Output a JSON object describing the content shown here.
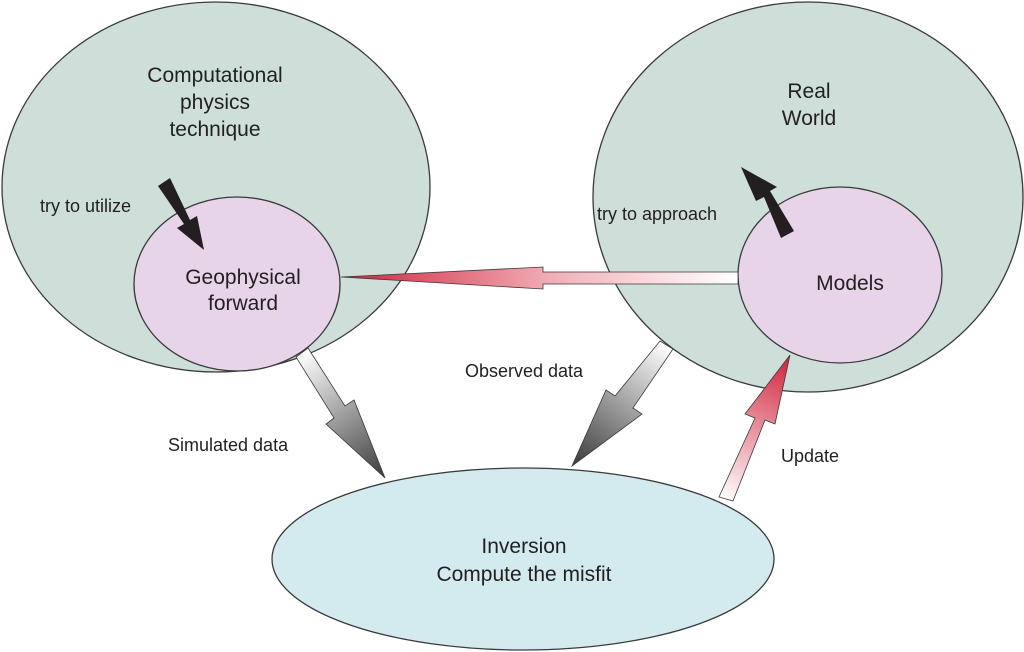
{
  "circles": {
    "computational": {
      "lines": [
        "Computational",
        "physics",
        "technique"
      ]
    },
    "real_world": {
      "lines": [
        "Real",
        "World"
      ]
    },
    "geophysical": {
      "lines": [
        "Geophysical",
        "forward"
      ]
    },
    "models": {
      "lines": [
        "Models"
      ]
    },
    "inversion": {
      "lines": [
        "Inversion",
        "Compute the misfit"
      ]
    }
  },
  "labels": {
    "try_utilize": "try to utilize",
    "try_approach": "try to approach",
    "simulated": "Simulated data",
    "observed": "Observed data",
    "update": "Update"
  },
  "colors": {
    "outer_circle_fill": "#cddfd8",
    "inner_circle_fill": "#e7d4e8",
    "inversion_fill": "#d3ebef",
    "outline": "#3a3a3a",
    "red_arrow": "#d0223a",
    "gray_arrow": "#4a4a4a",
    "black_arrow": "#231f20"
  }
}
